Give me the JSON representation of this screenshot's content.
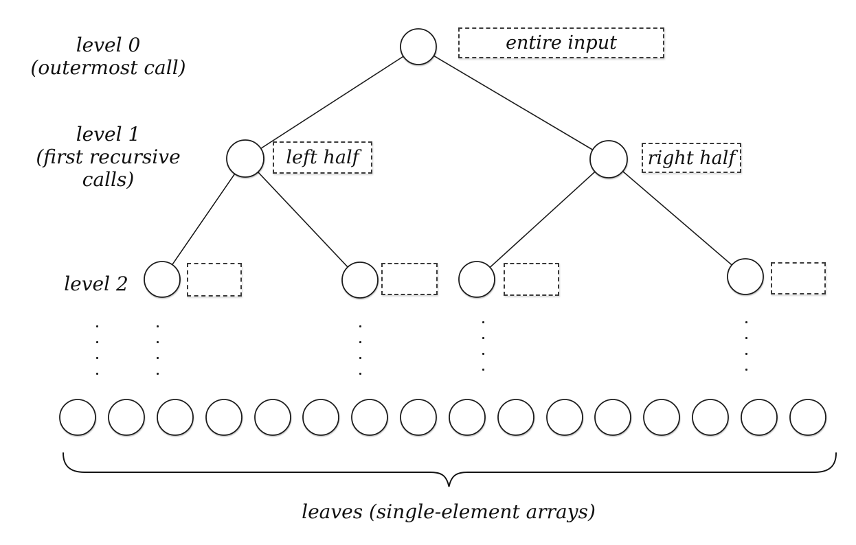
{
  "level_labels": {
    "level0": {
      "line1": "level 0",
      "line2": "(outermost call)"
    },
    "level1": {
      "line1": "level 1",
      "line2": "(first recursive",
      "line3": "calls)"
    },
    "level2": {
      "line1": "level 2"
    }
  },
  "annotations": {
    "root": "entire input",
    "level1_left": "left half",
    "level1_right": "right half"
  },
  "caption": "leaves (single-element arrays)",
  "structure": {
    "leaf_count": 16,
    "level2_node_count": 4,
    "ellipsis_column_count": 5,
    "dots_per_column": 4
  },
  "colors": {
    "background": "#ffffff",
    "node_stroke": "#1c1c1c",
    "edge_stroke": "#1c1c1c",
    "dashed_border": "#3a3a3a",
    "text": "#111111"
  }
}
